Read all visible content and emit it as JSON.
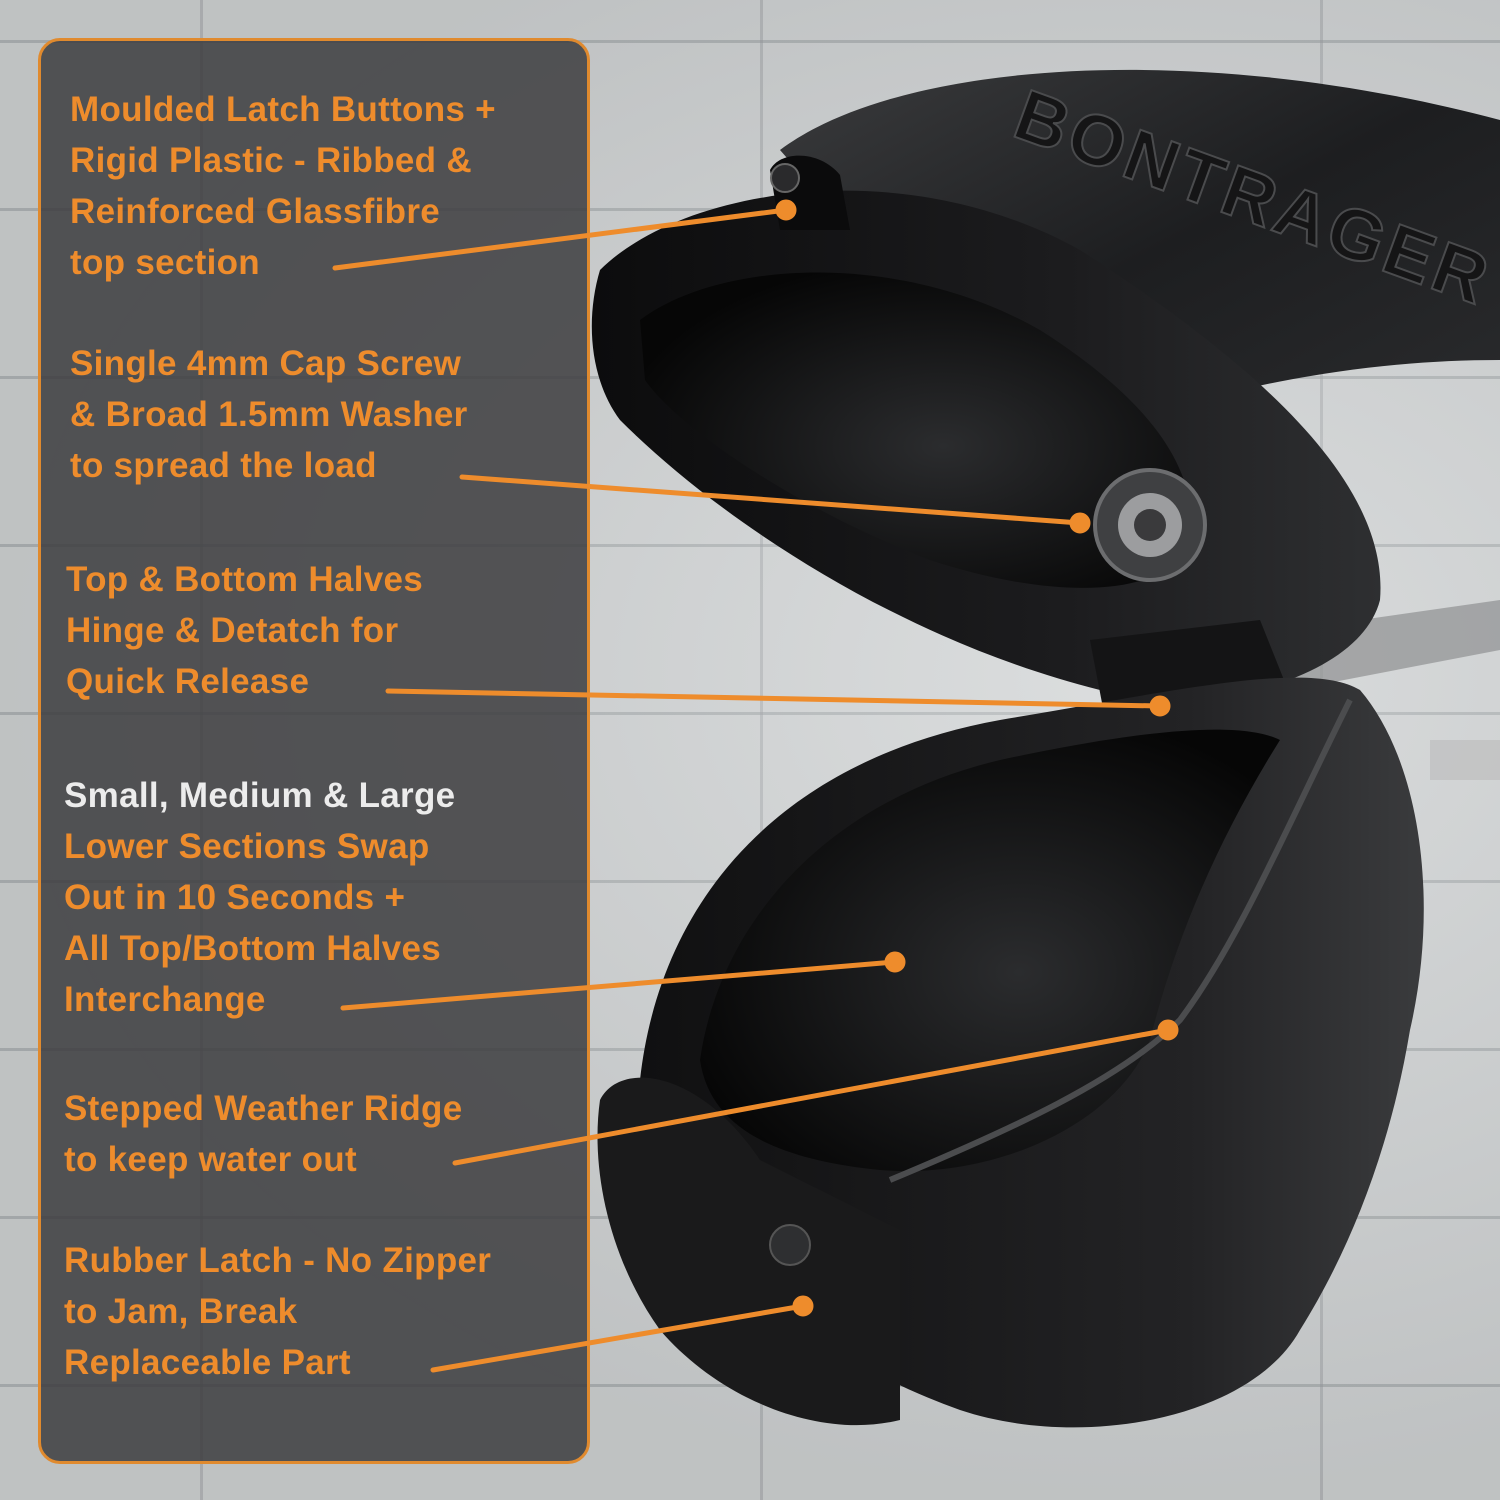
{
  "brand_text": "BONTRAGER",
  "colors": {
    "accent": "#ee8c2c",
    "panel": "#3e3e40",
    "highlight_text": "#ececec"
  },
  "callouts": [
    {
      "lines": [
        "Moulded Latch Buttons +",
        "Rigid Plastic - Ribbed &",
        "Reinforced Glassfibre",
        "top section"
      ]
    },
    {
      "lines": [
        "Single 4mm Cap Screw",
        "& Broad 1.5mm Washer",
        "to spread the load"
      ]
    },
    {
      "lines": [
        "Top & Bottom Halves",
        "Hinge & Detatch for",
        "Quick Release"
      ]
    },
    {
      "lines": [
        "Small, Medium & Large",
        "Lower Sections Swap",
        "Out in 10 Seconds +",
        "All Top/Bottom Halves",
        "Interchange"
      ]
    },
    {
      "lines": [
        "Stepped Weather Ridge",
        "to keep water out"
      ]
    },
    {
      "lines": [
        "Rubber Latch - No Zipper",
        "to Jam, Break",
        "Replaceable Part"
      ]
    }
  ]
}
